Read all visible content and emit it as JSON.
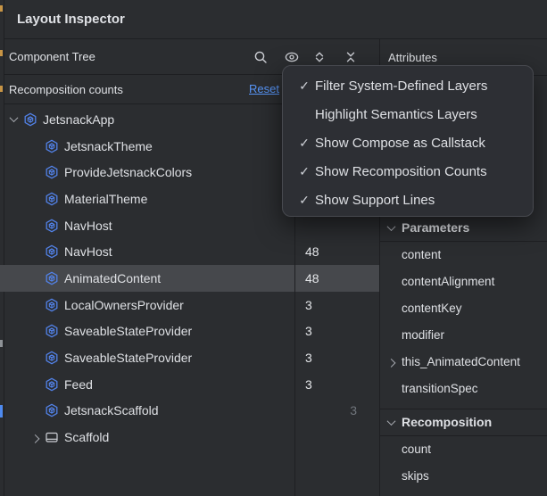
{
  "window": {
    "title": "Layout Inspector"
  },
  "tree_panel": {
    "title": "Component Tree",
    "toolbar": {
      "icons": [
        "search",
        "view-options",
        "expand-all",
        "collapse-all"
      ]
    },
    "recomposition_bar": {
      "label": "Recomposition counts",
      "reset_link": "Reset"
    },
    "rows": [
      {
        "label": "JetsnackApp",
        "icon": "compose",
        "state": "expanded"
      },
      {
        "label": "JetsnackTheme",
        "icon": "compose"
      },
      {
        "label": "ProvideJetsnackColors",
        "icon": "compose"
      },
      {
        "label": "MaterialTheme",
        "icon": "compose"
      },
      {
        "label": "NavHost",
        "icon": "compose"
      },
      {
        "label": "NavHost",
        "icon": "compose",
        "count": "48"
      },
      {
        "label": "AnimatedContent",
        "icon": "compose",
        "count": "48",
        "selected": true
      },
      {
        "label": "LocalOwnersProvider",
        "icon": "compose",
        "count": "3"
      },
      {
        "label": "SaveableStateProvider",
        "icon": "compose",
        "count": "3"
      },
      {
        "label": "SaveableStateProvider",
        "icon": "compose",
        "count": "3"
      },
      {
        "label": "Feed",
        "icon": "compose",
        "count": "3"
      },
      {
        "label": "JetsnackScaffold",
        "icon": "compose",
        "count": "3",
        "count_style": "muted"
      },
      {
        "label": "Scaffold",
        "icon": "scaffold",
        "state": "collapsed"
      }
    ]
  },
  "view_options_menu": {
    "items": [
      {
        "label": "Filter System-Defined Layers",
        "checked": true
      },
      {
        "label": "Highlight Semantics Layers",
        "checked": false
      },
      {
        "label": "Show Compose as Callstack",
        "checked": true
      },
      {
        "label": "Show Recomposition Counts",
        "checked": true
      },
      {
        "label": "Show Support Lines",
        "checked": true
      }
    ]
  },
  "attributes_panel": {
    "title": "Attributes",
    "sections": [
      {
        "title": "Parameters",
        "items": [
          "content",
          "contentAlignment",
          "contentKey",
          "modifier",
          "this_AnimatedContent",
          "transitionSpec"
        ],
        "expandable_item": "this_AnimatedContent"
      },
      {
        "title": "Recomposition",
        "items": [
          "count",
          "skips"
        ]
      }
    ]
  },
  "icons": {
    "checkmark": "✓"
  },
  "colors": {
    "background": "#2B2D30",
    "divider": "#1E1F22",
    "selection": "#46484C",
    "text": "#DEE0E4",
    "muted_count": "#70757C",
    "link_blue": "#5795F7",
    "compose_blue": "#5282E8",
    "menu_border": "#47494F",
    "edge_mark_orange": "#C89545",
    "edge_mark_blue": "#4E8AF0"
  }
}
